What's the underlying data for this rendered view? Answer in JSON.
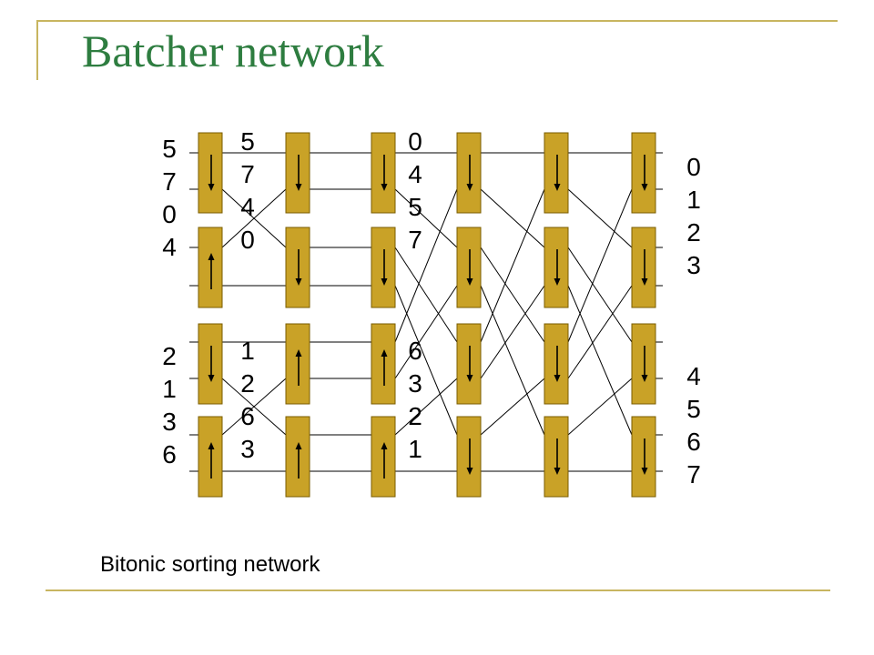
{
  "slide": {
    "title": "Batcher network",
    "caption": "Bitonic sorting network"
  },
  "labels": {
    "input_top": [
      "5",
      "7",
      "0",
      "4"
    ],
    "input_bottom": [
      "2",
      "1",
      "3",
      "6"
    ],
    "stage1_top": [
      "5",
      "7",
      "4",
      "0"
    ],
    "stage1_bottom": [
      "1",
      "2",
      "6",
      "3"
    ],
    "stage2_top": [
      "0",
      "4",
      "5",
      "7"
    ],
    "stage2_bottom": [
      "6",
      "3",
      "2",
      "1"
    ],
    "output_top": [
      "0",
      "1",
      "2",
      "3"
    ],
    "output_bottom": [
      "4",
      "5",
      "6",
      "7"
    ]
  },
  "network": {
    "stages": 6,
    "comparators_per_stage": 4,
    "comparator_directions": [
      [
        "down",
        "up",
        "down",
        "up"
      ],
      [
        "down",
        "down",
        "up",
        "up"
      ],
      [
        "down",
        "down",
        "up",
        "up"
      ],
      [
        "down",
        "down",
        "down",
        "down"
      ],
      [
        "down",
        "down",
        "down",
        "down"
      ],
      [
        "down",
        "down",
        "down",
        "down"
      ]
    ],
    "comparator_fill": "#c9a227",
    "comparator_stroke": "#7a5c00",
    "title_color": "#2e7d40",
    "rule_color": "#c8b560"
  }
}
